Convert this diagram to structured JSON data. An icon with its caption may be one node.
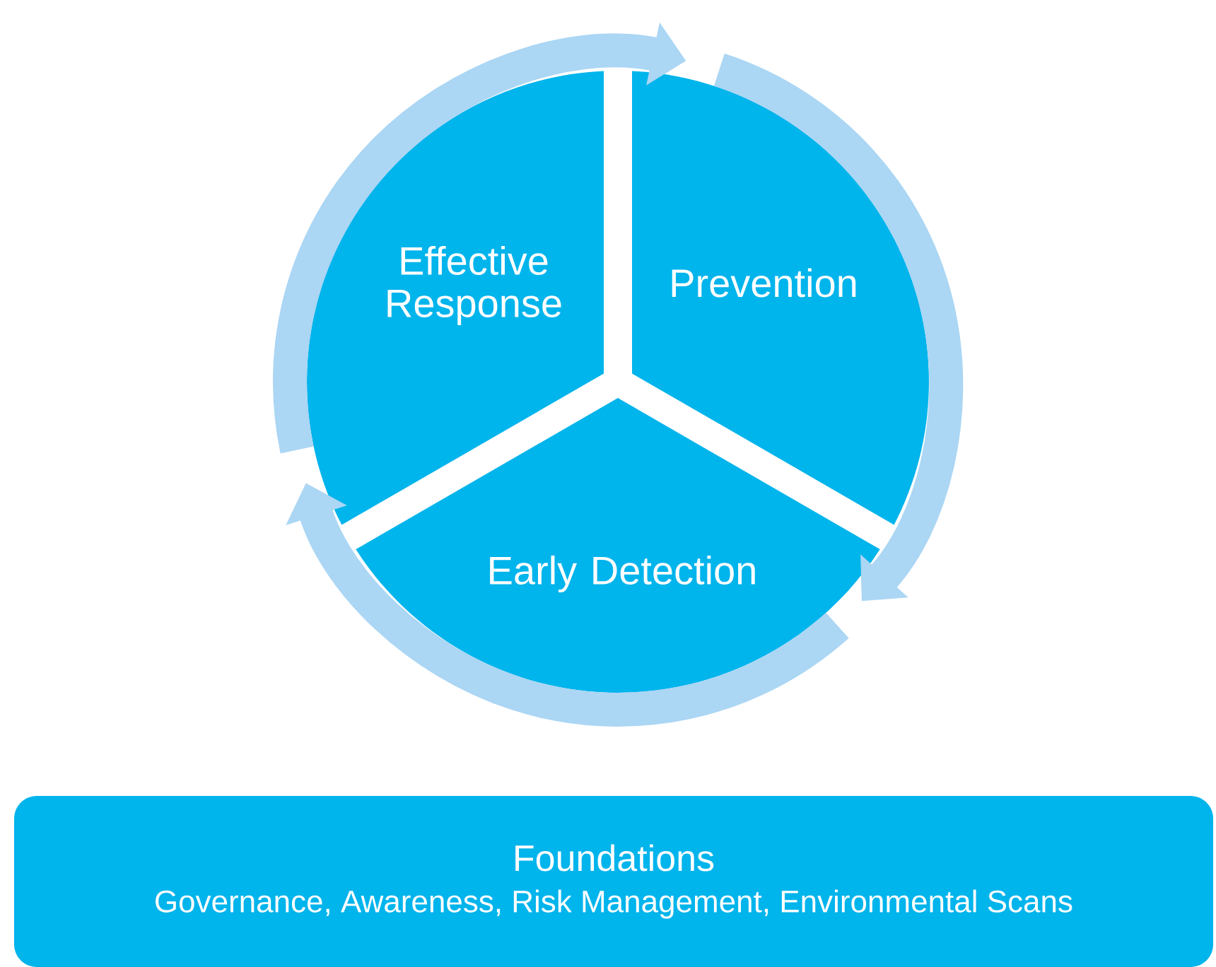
{
  "diagram": {
    "nodes": [
      {
        "text": [
          "Prevention"
        ]
      },
      {
        "text": [
          "Early Detection"
        ]
      },
      {
        "text": [
          "Effective Response"
        ]
      },
      {
        "text": [
          "Foundations",
          "Governance, Awareness, Risk Management, Environmental Scans"
        ]
      }
    ],
    "edges": [
      {
        "from": 0,
        "to": 1,
        "arrow": "to"
      },
      {
        "from": 1,
        "to": 2,
        "arrow": "to"
      },
      {
        "from": 2,
        "to": 0,
        "arrow": "to"
      }
    ]
  }
}
